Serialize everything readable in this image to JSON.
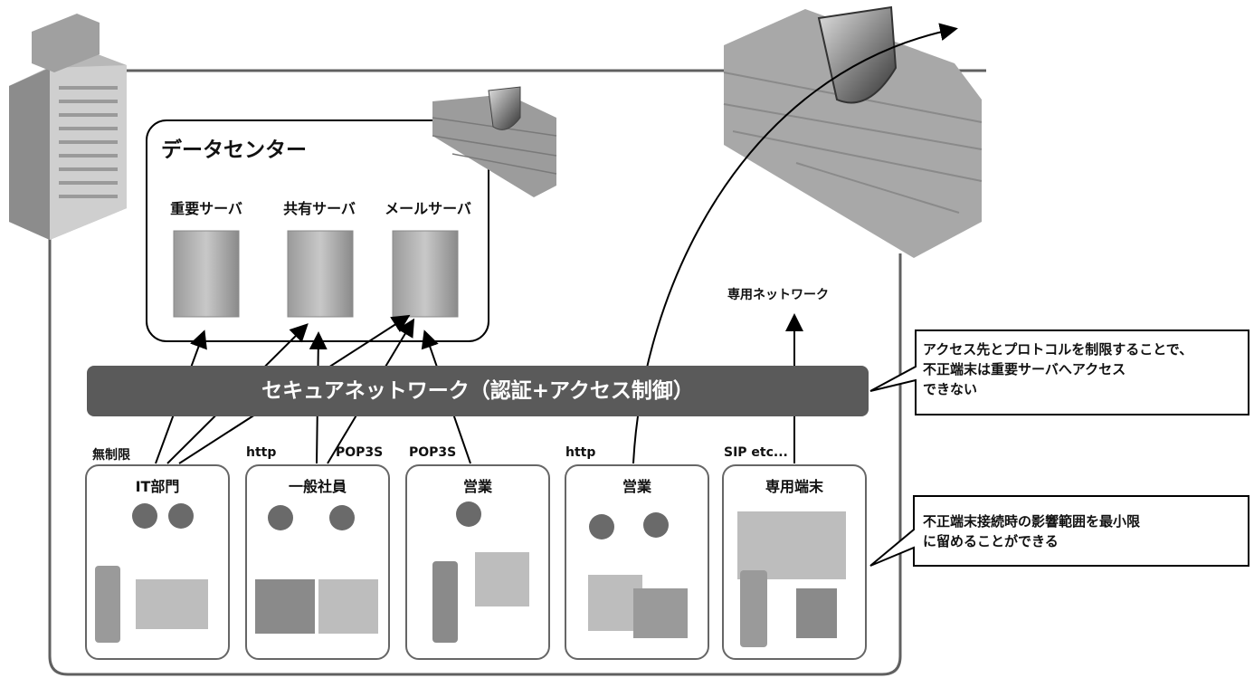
{
  "datacenter": {
    "title": "データセンター",
    "servers": [
      {
        "label": "重要サーバ"
      },
      {
        "label": "共有サーバ"
      },
      {
        "label": "メールサーバ"
      }
    ]
  },
  "secure_network": {
    "label": "セキュアネットワーク（認証+アクセス制御）"
  },
  "dedicated_network": {
    "label": "専用ネットワーク"
  },
  "groups": [
    {
      "label": "IT部門",
      "protocols": [
        "無制限"
      ]
    },
    {
      "label": "一般社員",
      "protocols": [
        "http",
        "POP3S"
      ]
    },
    {
      "label": "営業",
      "protocols": [
        "POP3S"
      ]
    },
    {
      "label": "営業",
      "protocols": [
        "http"
      ]
    },
    {
      "label": "専用端末",
      "protocols": [
        "SIP etc..."
      ]
    }
  ],
  "callouts": [
    {
      "lines": [
        "アクセス先とプロトコルを制限することで、",
        "不正端末は重要サーバへアクセス",
        "できない"
      ]
    },
    {
      "lines": [
        "不正端末接続時の影響範囲を最小限",
        "に留めることができる"
      ]
    }
  ],
  "colors": {
    "band": "#5a5a5a",
    "frame": "#606060",
    "wall": "#a8a8a8"
  }
}
